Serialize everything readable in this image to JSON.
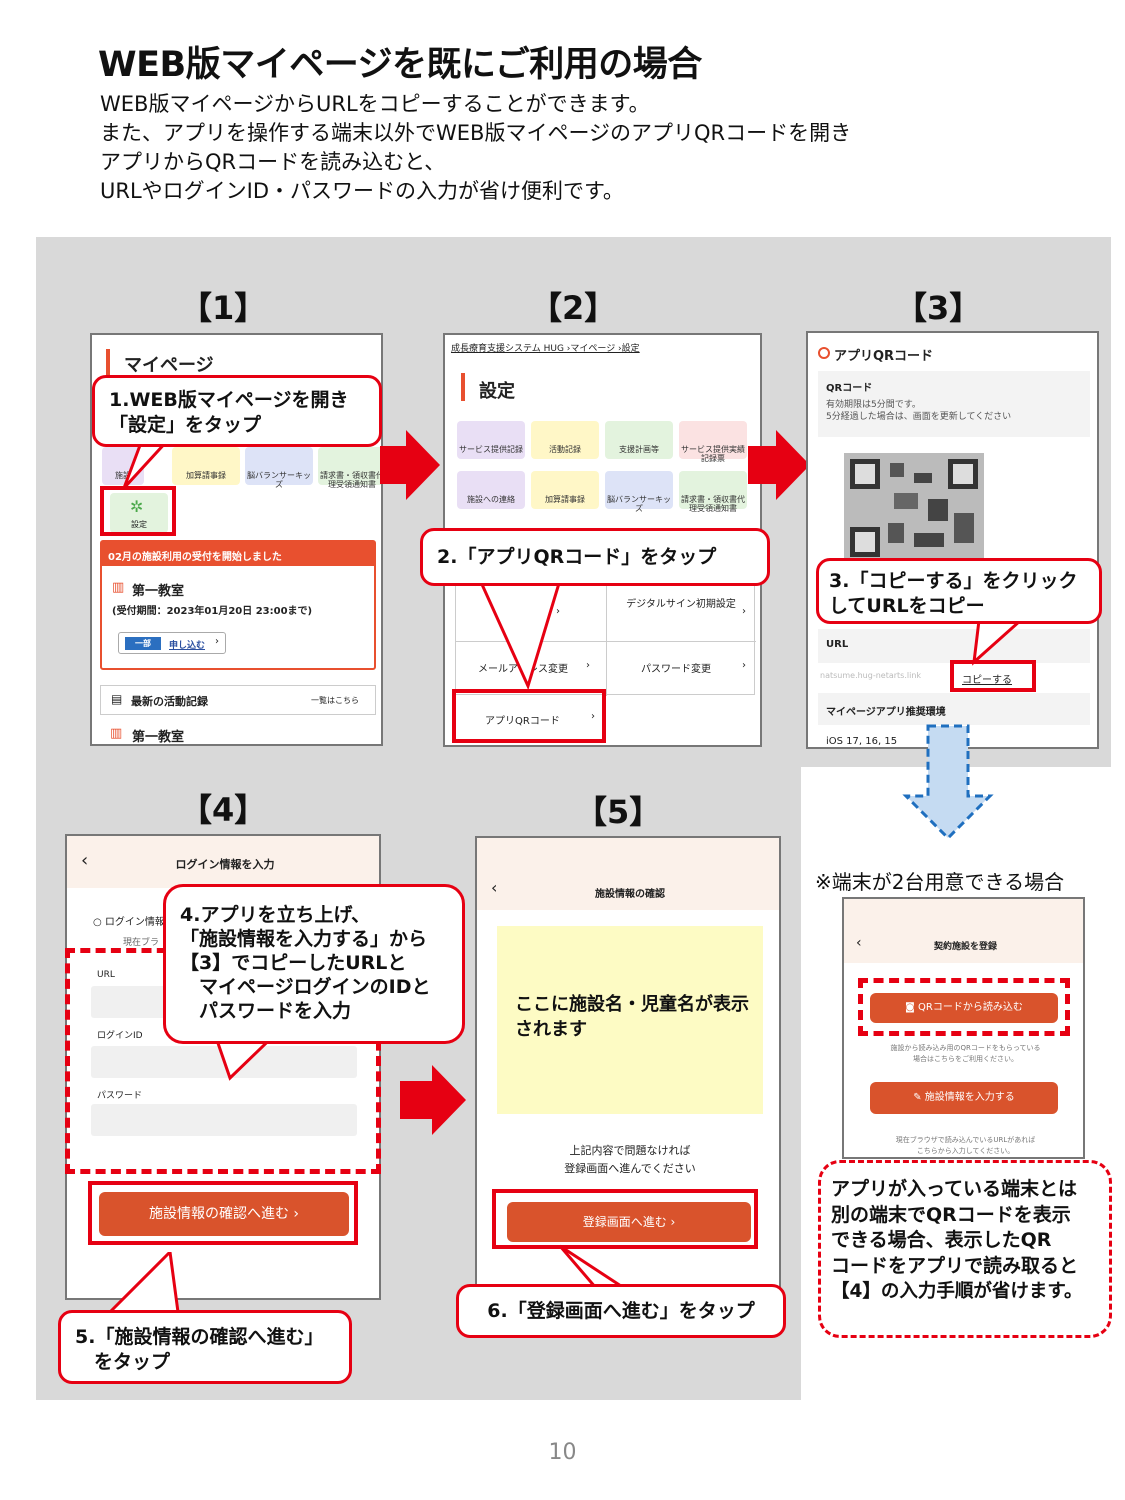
{
  "title": "WEB版マイページを既にご利用の場合",
  "intro": [
    "WEB版マイページからURLをコピーすることができます。",
    "また、アプリを操作する端末以外でWEB版マイページのアプリQRコードを開き",
    "アプリからQRコードを読み込むと、",
    "URLやログインID・パスワードの入力が省け便利です。"
  ],
  "steps": {
    "s1": "【1】",
    "s2": "【2】",
    "s3": "【3】",
    "s4": "【4】",
    "s5": "【5】"
  },
  "screen1": {
    "header": "マイページ",
    "tiles": [
      "施設",
      "加算請事録",
      "脳バランサーキッズ",
      "請求書・領収書代理受領通知書"
    ],
    "settings": "設定",
    "notice": "02月の施設利用の受付を開始しました",
    "facility": "第一教室",
    "period": "(受付期間：2023年01月20日 23:00まで)",
    "badge": "一部",
    "apply": "申し込む",
    "recent": "最新の活動記録",
    "list_link": "一覧はこちら",
    "facility2": "第一教室"
  },
  "screen2": {
    "breadcrumb": "成長療育支援システム HUG ›マイページ ›設定",
    "header": "設定",
    "tiles": [
      "サービス提供記録",
      "活動記録",
      "支援計画等",
      "サービス提供実績記録票",
      "施設への連絡",
      "加算請事録",
      "脳バランサーキッズ",
      "請求書・領収書代理受領通知書"
    ],
    "menu": [
      "デジタルサイン初期設定",
      "メールアドレス変更",
      "パスワード変更",
      "アプリQRコード"
    ]
  },
  "screen3": {
    "header": "アプリQRコード",
    "qr_label": "QRコード",
    "qr_note1": "有効期限は5分間です。",
    "qr_note2": "5分経過した場合は、画面を更新してください",
    "url_label": "URL",
    "url_value": "natsume.hug-netarts.link",
    "copy": "コピーする",
    "env": "マイページアプリ推奨環境",
    "ios": "iOS 17, 16, 15"
  },
  "screen4": {
    "header": "ログイン情報を入力",
    "radio": "ログイン情報",
    "sub": "現在ブラ",
    "url": "URL",
    "login_id": "ログインID",
    "password": "パスワード",
    "button": "施設情報の確認へ進む ›"
  },
  "screen5": {
    "header": "施設情報の確認",
    "placeholder": "ここに施設名・児童名が表示されます",
    "confirm1": "上記内容で問題なければ",
    "confirm2": "登録画面へ進んでください",
    "button": "登録画面へ進む ›"
  },
  "screen6": {
    "header": "契約施設を登録",
    "qr_button": "QRコードから読み込む",
    "note1": "施設から読み込み用のQRコードをもらっている",
    "note2": "場合はこちらをご利用ください。",
    "input_button": "施設情報を入力する",
    "note3": "現在ブラウザで読み込んでいるURLがあれば",
    "note4": "こちらから入力してください。"
  },
  "callouts": {
    "c1": [
      "1.WEB版マイページを開き",
      "「設定」をタップ"
    ],
    "c2": "2.「アプリQRコード」をタップ",
    "c3": [
      "3.「コピーする」をクリック",
      "してURLをコピー"
    ],
    "c4": [
      "4.アプリを立ち上げ、",
      "「施設情報を入力する」から",
      "【3】でコピーしたURLと",
      "　マイページログインのIDと",
      "　パスワードを入力"
    ],
    "c5": [
      "5.「施設情報の確認へ進む」",
      "　をタップ"
    ],
    "c6": "6.「登録画面へ進む」をタップ",
    "c7": [
      "アプリが入っている端末とは",
      "別の端末でQRコードを表示",
      "できる場合、表示したQR",
      "コードをアプリで読み取ると",
      "【4】の入力手順が省けます。"
    ]
  },
  "two_devices": "※端末が2台用意できる場合",
  "page_number": "10",
  "colors": {
    "accent_red": "#e60012",
    "button_orange": "#d9532c",
    "panel_grey": "#d9d9d9",
    "dashed_blue": "#1f6fbf"
  }
}
